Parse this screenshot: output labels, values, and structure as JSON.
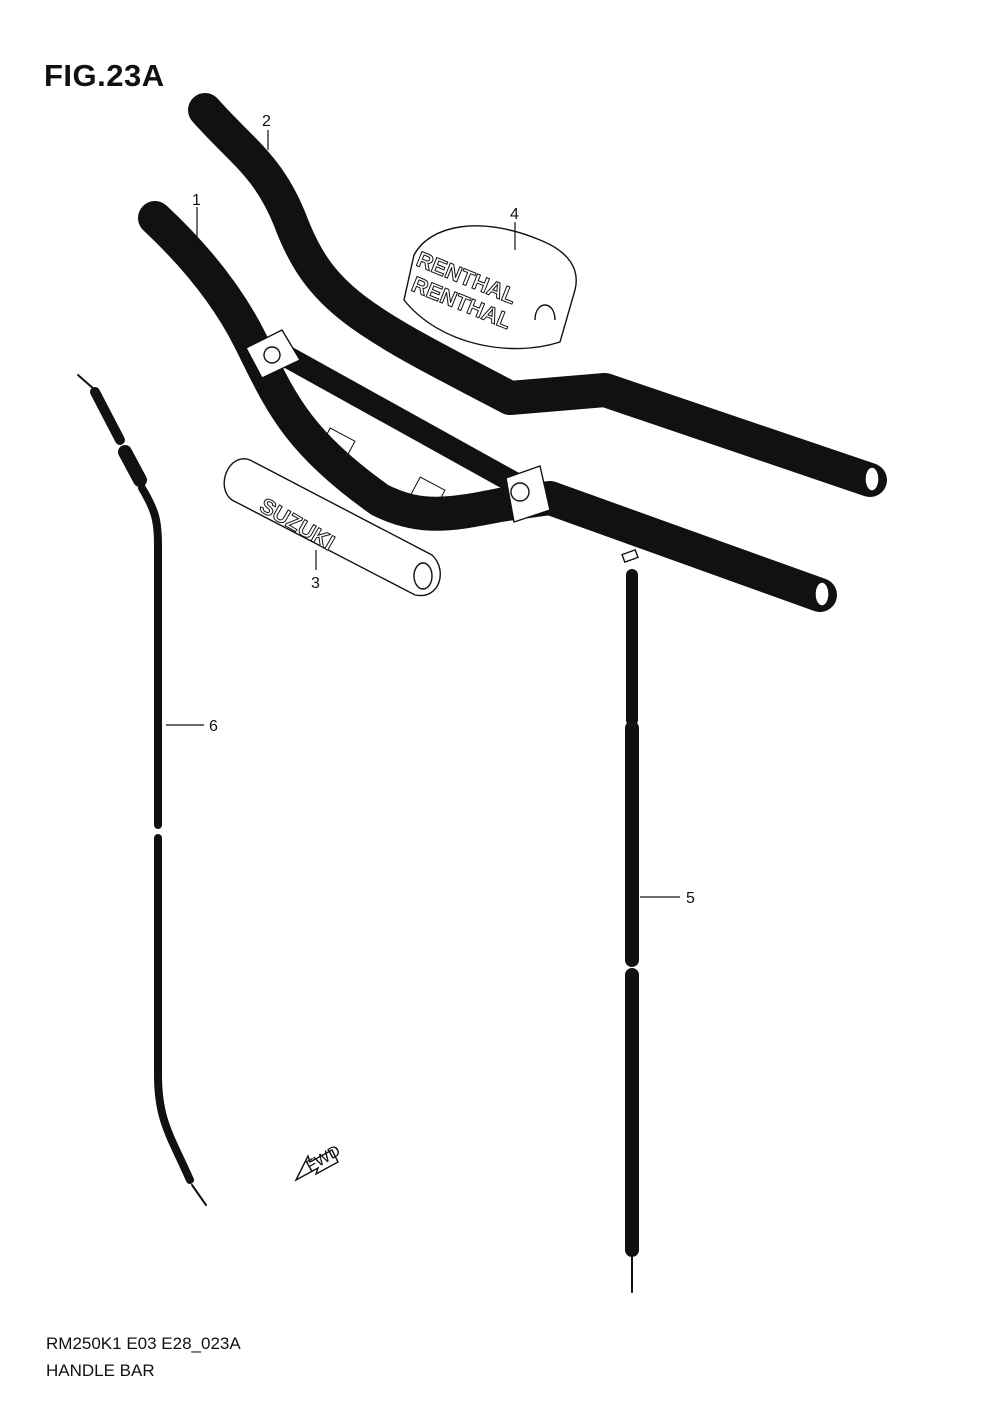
{
  "figure": {
    "title": "FIG.23A"
  },
  "callouts": [
    {
      "number": "1",
      "part": "handle-bar-a"
    },
    {
      "number": "2",
      "part": "handle-bar-b"
    },
    {
      "number": "3",
      "part": "crossbar-pad"
    },
    {
      "number": "4",
      "part": "bar-pad"
    },
    {
      "number": "5",
      "part": "cable-right"
    },
    {
      "number": "6",
      "part": "cable-left"
    }
  ],
  "brands": {
    "renthal": "RENTHAL",
    "suzuki": "SUZUKI",
    "fwd": "FWD"
  },
  "footer": {
    "code": "RM250K1 E03 E28_023A",
    "name": "HANDLE BAR"
  }
}
